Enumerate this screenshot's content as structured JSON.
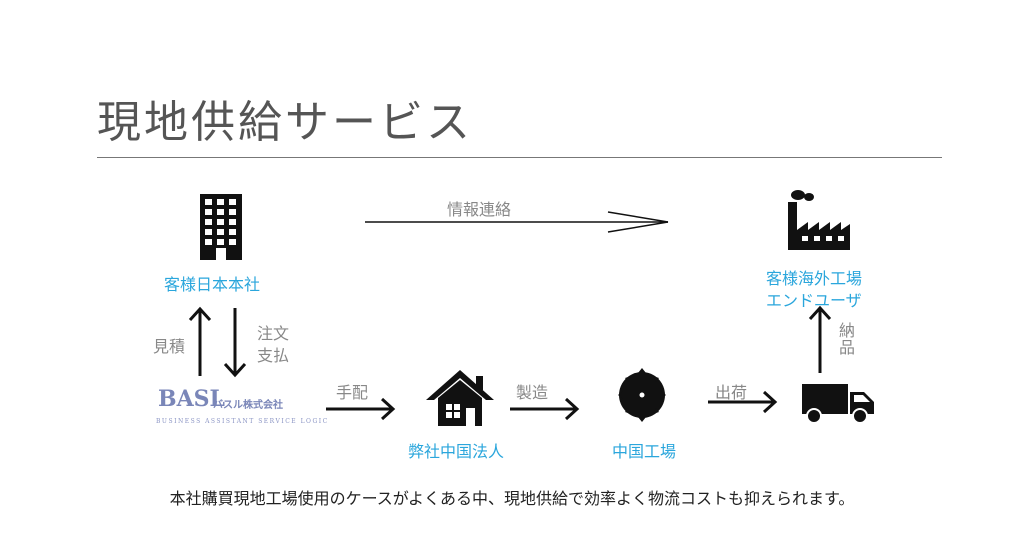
{
  "title": "現地供給サービス",
  "nodes": {
    "japan_hq": "客様日本本社",
    "overseas_factory_line1": "客様海外工場",
    "overseas_factory_line2": "エンドユーザ",
    "our_china_entity": "弊社中国法人",
    "china_factory": "中国工場"
  },
  "labels": {
    "info_contact": "情報連絡",
    "estimate": "見積",
    "order_line1": "注文",
    "order_line2": "支払",
    "arrange": "手配",
    "manufacture": "製造",
    "ship": "出荷",
    "deliver": "納品"
  },
  "logo": {
    "main": "BASL",
    "jp": "バスル株式会社",
    "sub": "BUSINESS ASSISTANT SERVICE LOGIC"
  },
  "footer": "本社購買現地工場使用のケースがよくある中、現地供給で効率よく物流コストも抑えられます。",
  "colors": {
    "accent": "#2aa6dc",
    "label": "#888888",
    "icon": "#111111"
  }
}
